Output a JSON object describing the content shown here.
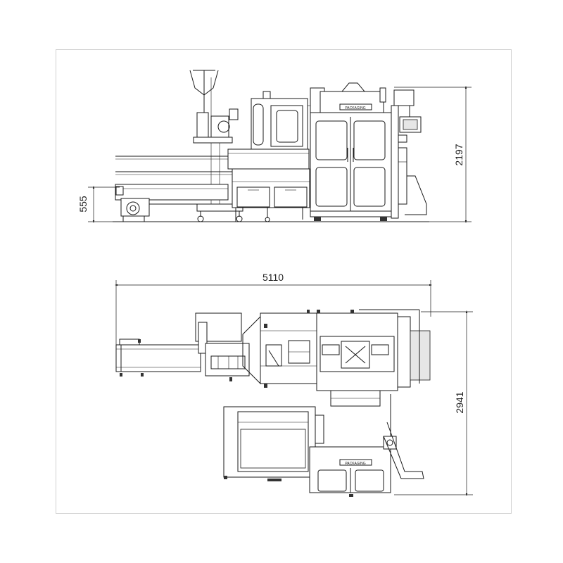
{
  "dimensions": {
    "side_height": "2197",
    "side_base_height": "555",
    "top_length": "5110",
    "top_width": "2941"
  },
  "nameplate": {
    "upper": "PACKAGING",
    "lower": "PACKAGING"
  }
}
